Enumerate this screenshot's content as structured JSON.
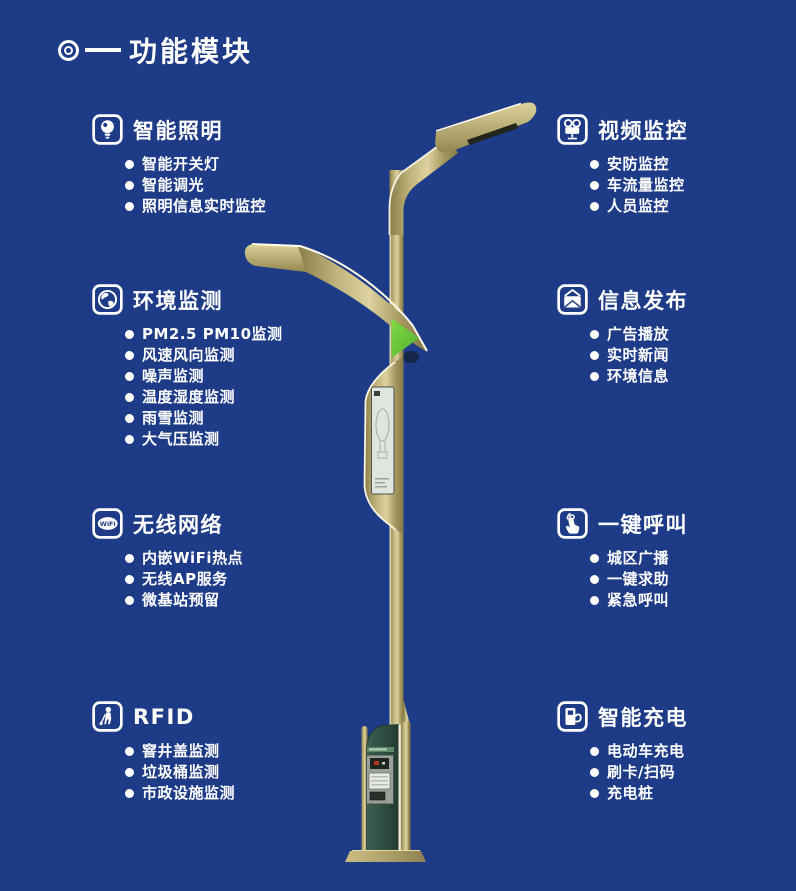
{
  "page": {
    "title": "功能模块"
  },
  "colors": {
    "background": "#1d3b86",
    "text": "#ffffff",
    "pole_gold": "#c0b47a",
    "pole_gold_light": "#ddd2a0",
    "pole_gold_dark": "#8a7d4c",
    "pole_edge_highlight": "#f7f3df",
    "lamp_slot_dark": "#22251c",
    "indicator_green": "#62c63e",
    "cabinet_green": "#2f5145",
    "screen_gray": "#e0e5e0"
  },
  "groups": [
    {
      "icon": "bulb-icon",
      "title": "智能照明",
      "items": [
        "智能开关灯",
        "智能调光",
        "照明信息实时监控"
      ]
    },
    {
      "icon": "globe-icon",
      "title": "环境监测",
      "items": [
        "PM2.5 PM10监测",
        "风速风向监测",
        "噪声监测",
        "温度湿度监测",
        "雨雪监测",
        "大气压监测"
      ]
    },
    {
      "icon": "wifi-icon",
      "title": "无线网络",
      "items": [
        "内嵌WiFi热点",
        "无线AP服务",
        "微基站预留"
      ]
    },
    {
      "icon": "rfid-worker-icon",
      "title": "RFID",
      "items": [
        "窨井盖监测",
        "垃圾桶监测",
        "市政设施监测"
      ]
    },
    {
      "icon": "video-camera-icon",
      "title": "视频监控",
      "items": [
        "安防监控",
        "车流量监控",
        "人员监控"
      ]
    },
    {
      "icon": "open-envelope-icon",
      "title": "信息发布",
      "items": [
        "广告播放",
        "实时新闻",
        "环境信息"
      ]
    },
    {
      "icon": "touch-finger-icon",
      "title": "一键呼叫",
      "items": [
        "城区广播",
        "一键求助",
        "紧急呼叫"
      ]
    },
    {
      "icon": "charging-pump-icon",
      "title": "智能充电",
      "items": [
        "电动车充电",
        "刷卡/扫码",
        "充电桩"
      ]
    }
  ]
}
